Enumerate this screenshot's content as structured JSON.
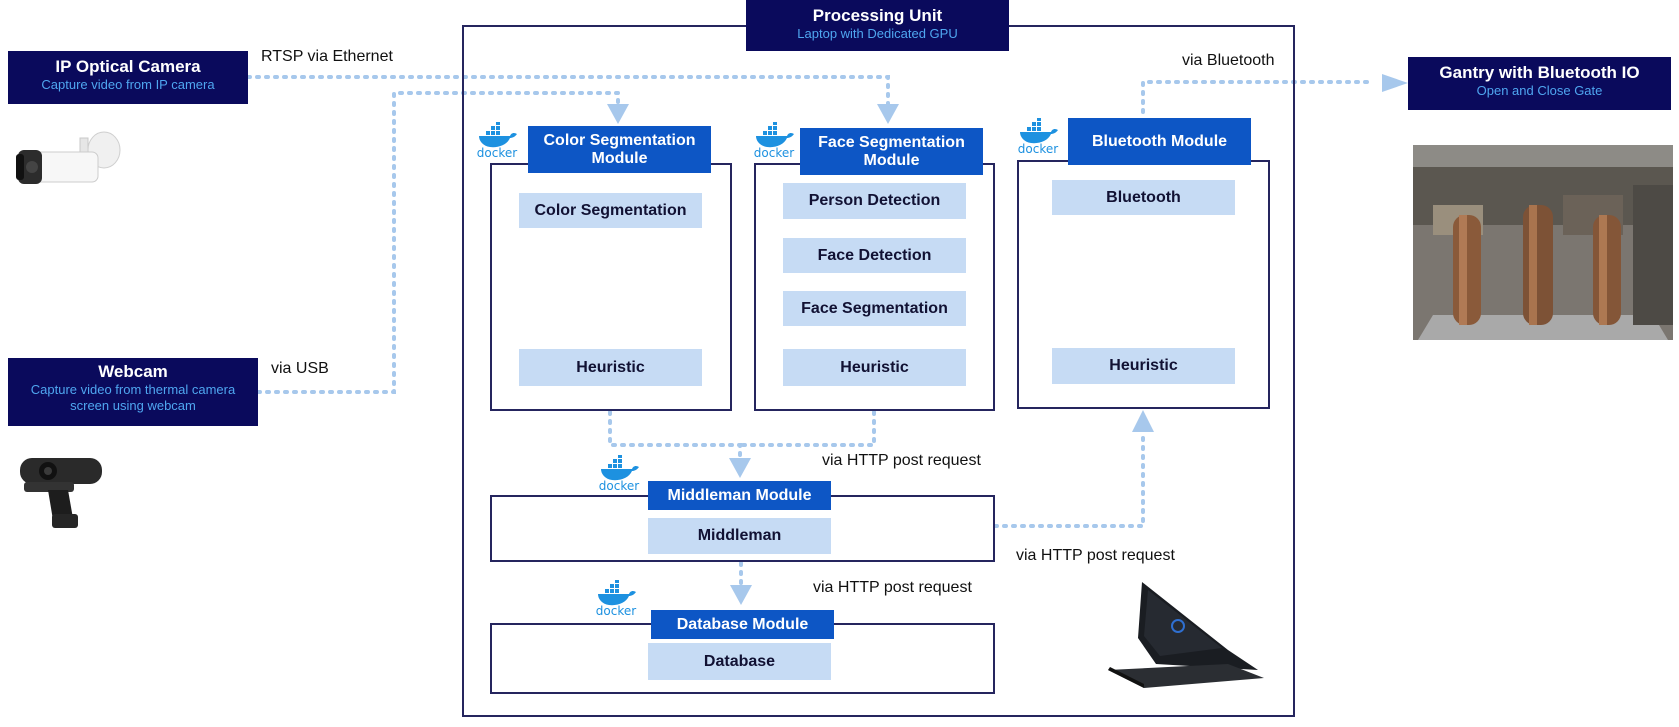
{
  "processing_unit": {
    "title": "Processing Unit",
    "subtitle": "Laptop with Dedicated GPU"
  },
  "ip_camera": {
    "title": "IP Optical Camera",
    "subtitle": "Capture video from IP camera"
  },
  "webcam": {
    "title": "Webcam",
    "subtitle_line1": "Capture video from thermal camera",
    "subtitle_line2": "screen using webcam"
  },
  "gantry": {
    "title": "Gantry with Bluetooth IO",
    "subtitle": "Open and Close Gate"
  },
  "docker_label": "docker",
  "modules": {
    "color": {
      "header_line1": "Color Segmentation",
      "header_line2": "Module",
      "items": [
        "Color Segmentation",
        "Heuristic"
      ]
    },
    "face": {
      "header_line1": "Face Segmentation",
      "header_line2": "Module",
      "items": [
        "Person Detection",
        "Face Detection",
        "Face Segmentation",
        "Heuristic"
      ]
    },
    "bluetooth": {
      "header": "Bluetooth Module",
      "items": [
        "Bluetooth",
        "Heuristic"
      ]
    },
    "middleman": {
      "header": "Middleman  Module",
      "items": [
        "Middleman"
      ]
    },
    "database": {
      "header": "Database  Module",
      "items": [
        "Database"
      ]
    }
  },
  "connections": {
    "rtsp": "RTSP via Ethernet",
    "usb": "via USB",
    "bluetooth": "via Bluetooth",
    "http_mid": "via HTTP post request",
    "http_bt": "via HTTP post request",
    "http_db": "via HTTP post request"
  },
  "colors": {
    "navy": "#0a0a5c",
    "module_blue": "#0d56c5",
    "item_light": "#c6dbf4",
    "subtitle_blue": "#4fa6f0",
    "connector": "#a7c8ec",
    "inner_arrow": "#4a86d6"
  },
  "icons": [
    "docker-whale-icon",
    "ip-camera-image",
    "webcam-image",
    "laptop-image",
    "gantry-photo"
  ]
}
